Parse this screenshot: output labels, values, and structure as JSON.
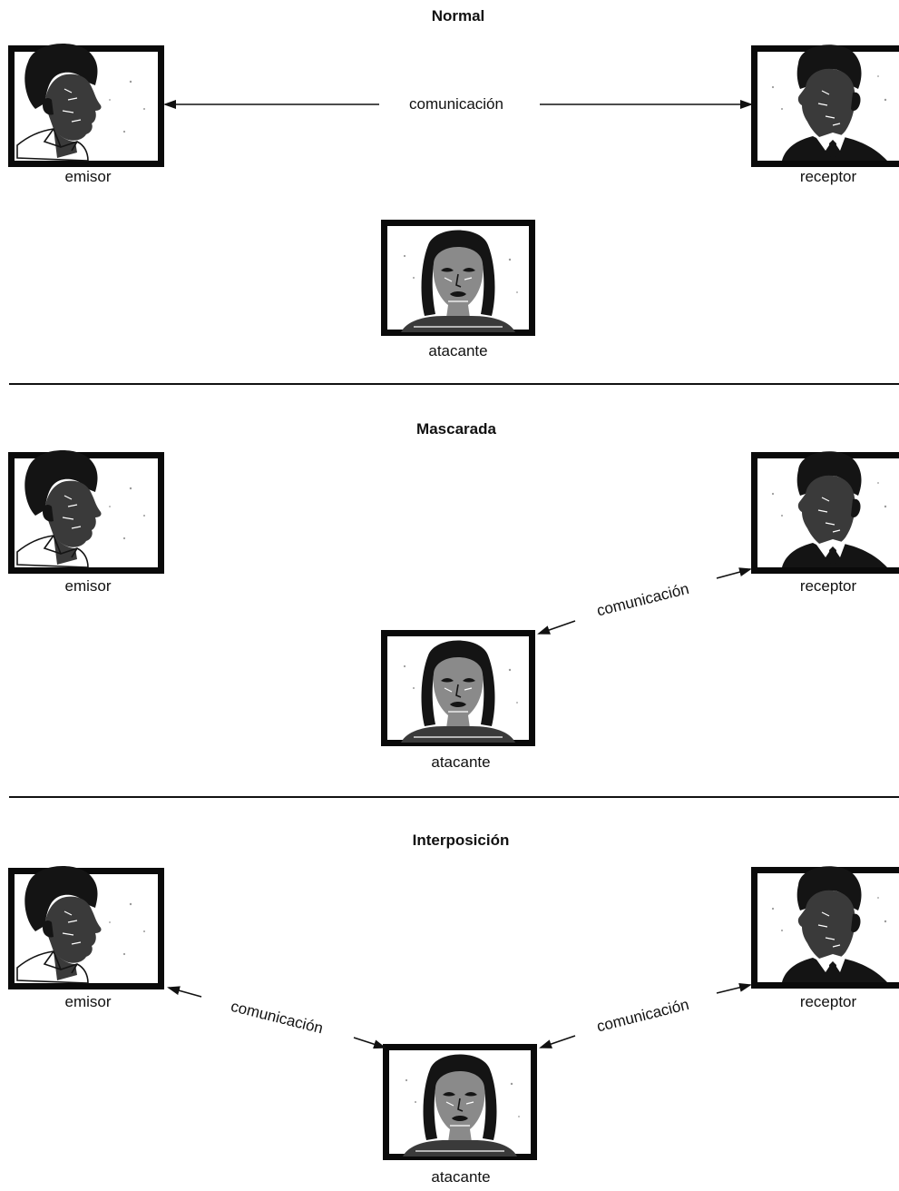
{
  "sections": [
    {
      "title": "Normal",
      "sender_label": "emisor",
      "receiver_label": "receptor",
      "attacker_label": "atacante",
      "links": [
        "comunicación"
      ]
    },
    {
      "title": "Mascarada",
      "sender_label": "emisor",
      "receiver_label": "receptor",
      "attacker_label": "atacante",
      "links": [
        "comunicación"
      ]
    },
    {
      "title": "Interposición",
      "sender_label": "emisor",
      "receiver_label": "receptor",
      "attacker_label": "atacante",
      "links": [
        "comunicación",
        "comunicación"
      ]
    }
  ]
}
